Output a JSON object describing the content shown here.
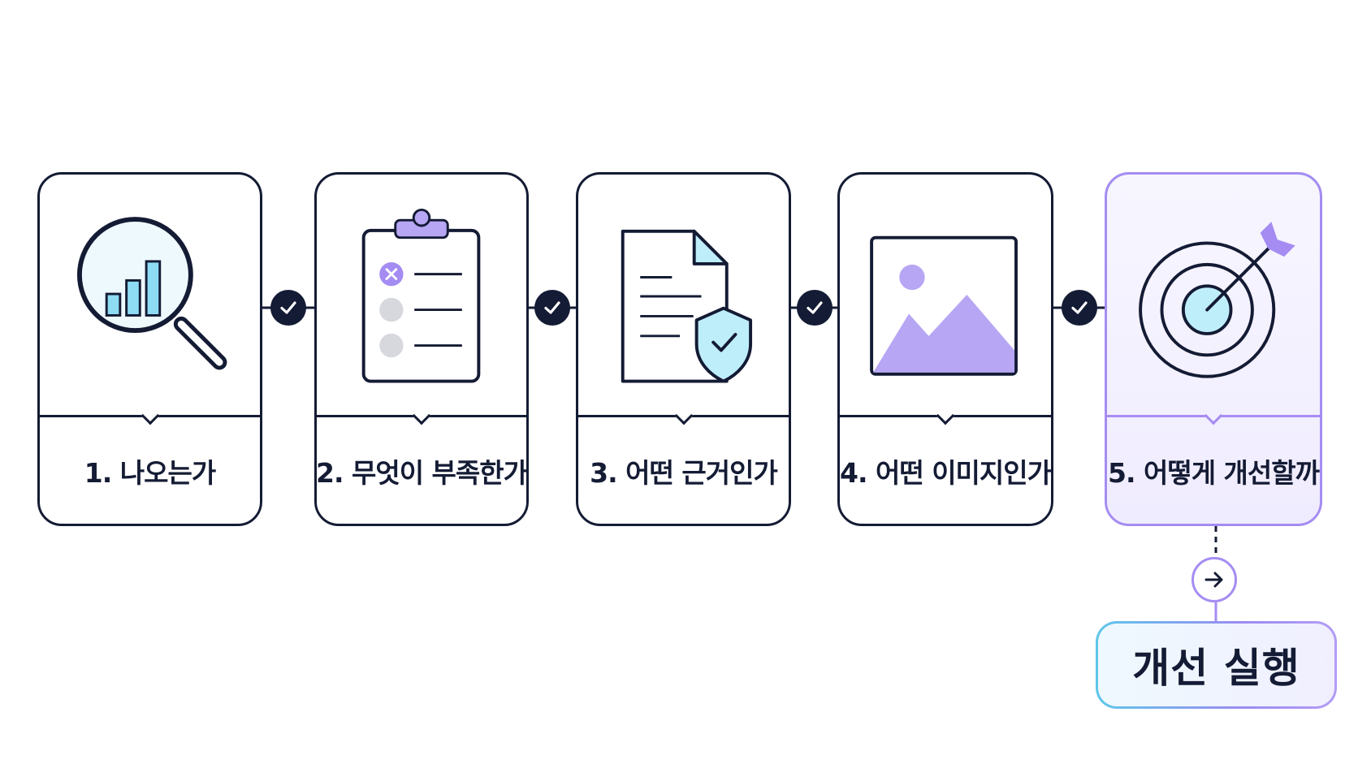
{
  "steps": [
    {
      "label": "1. 나오는가",
      "icon": "magnifier-chart-icon"
    },
    {
      "label": "2. 무엇이 부족한가",
      "icon": "clipboard-checklist-icon"
    },
    {
      "label": "3. 어떤 근거인가",
      "icon": "document-shield-icon"
    },
    {
      "label": "4. 어떤 이미지인가",
      "icon": "image-placeholder-icon"
    },
    {
      "label": "5. 어떻게 개선할까",
      "icon": "target-arrow-icon"
    }
  ],
  "result": {
    "label": "개선 실행"
  },
  "colors": {
    "ink": "#141b34",
    "accent_purple": "#a58cf2",
    "accent_cyan": "#56bfe6",
    "light_cyan": "#d8f3fc",
    "light_purple": "#b7a6f4",
    "muted_gray": "#d6d8de"
  }
}
